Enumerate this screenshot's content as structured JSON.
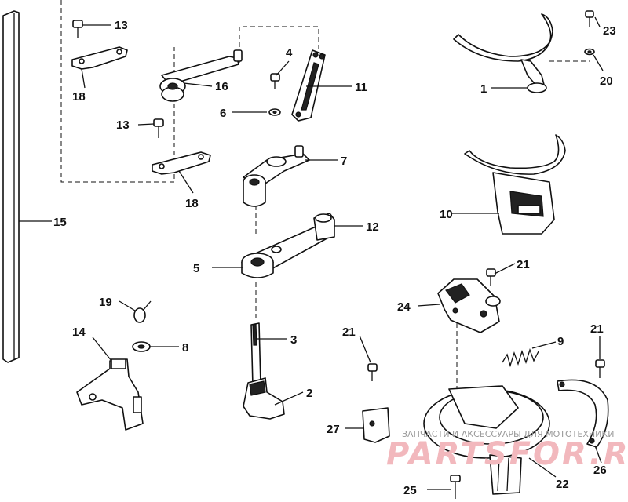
{
  "callouts": [
    {
      "id": "1",
      "label": "1"
    },
    {
      "id": "2",
      "label": "2"
    },
    {
      "id": "3",
      "label": "3"
    },
    {
      "id": "4",
      "label": "4"
    },
    {
      "id": "5",
      "label": "5"
    },
    {
      "id": "6",
      "label": "6"
    },
    {
      "id": "7",
      "label": "7"
    },
    {
      "id": "8",
      "label": "8"
    },
    {
      "id": "9",
      "label": "9"
    },
    {
      "id": "10",
      "label": "10"
    },
    {
      "id": "11",
      "label": "11"
    },
    {
      "id": "12",
      "label": "12"
    },
    {
      "id": "13a",
      "label": "13"
    },
    {
      "id": "13b",
      "label": "13"
    },
    {
      "id": "14",
      "label": "14"
    },
    {
      "id": "15",
      "label": "15"
    },
    {
      "id": "16",
      "label": "16"
    },
    {
      "id": "18a",
      "label": "18"
    },
    {
      "id": "18b",
      "label": "18"
    },
    {
      "id": "19",
      "label": "19"
    },
    {
      "id": "20",
      "label": "20"
    },
    {
      "id": "21a",
      "label": "21"
    },
    {
      "id": "21b",
      "label": "21"
    },
    {
      "id": "21c",
      "label": "21"
    },
    {
      "id": "22",
      "label": "22"
    },
    {
      "id": "23",
      "label": "23"
    },
    {
      "id": "24",
      "label": "24"
    },
    {
      "id": "25",
      "label": "25"
    },
    {
      "id": "26",
      "label": "26"
    },
    {
      "id": "27",
      "label": "27"
    }
  ],
  "watermark": {
    "text": "ЗАПЧАСТИ И АКСЕССУАРЫ ДЛЯ МОТОТЕХНИКИ",
    "logo": "PARTSFOR.RU"
  }
}
